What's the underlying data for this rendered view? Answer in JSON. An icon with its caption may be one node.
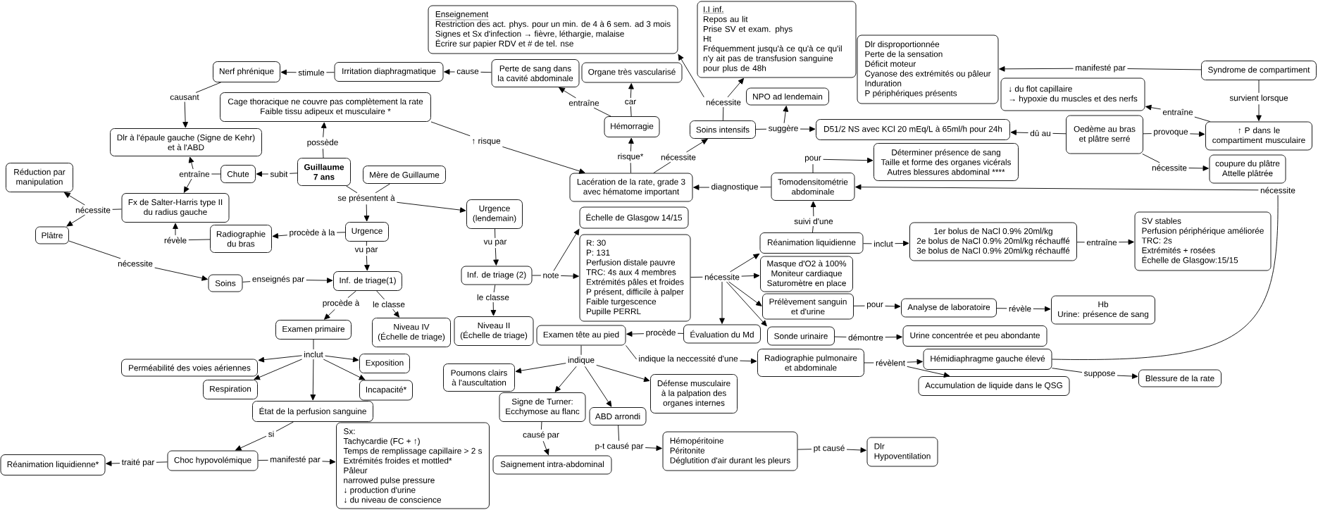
{
  "diagram": {
    "nodes": [
      {
        "text": [
          "Enseignement",
          "Restriction des act. phys. pour un min. de 4 à 6 sem. ad 3 mois",
          "Signes et Sx d'infection → fièvre, léthargie, malaise",
          "Écrire sur papier RDV et # de tel. nse"
        ]
      },
      {
        "text": [
          "I.I inf.",
          "Repos au lit",
          "Prise SV et exam. phys",
          "Ht",
          "Fréquemment jusqu'à ce qu'à ce qu'il n'y ait pas de transfusion sanguine pour plus de 48h"
        ]
      },
      {
        "text": [
          "Dlr disproportionnée",
          "Perte de la sensation",
          "Déficit moteur",
          "Cyanose des extrémités ou pâleur",
          "Induration",
          "P périphériques présents"
        ]
      },
      {
        "text": [
          "Nerf phrénique"
        ]
      },
      {
        "text": [
          "stimule"
        ]
      },
      {
        "text": [
          "Irritation diaphragmatique"
        ]
      },
      {
        "text": [
          "cause"
        ]
      },
      {
        "text": [
          "Perte de sang dans la cavité abdominale"
        ]
      },
      {
        "text": [
          "Organe très vascularisé"
        ]
      },
      {
        "text": [
          "manifesté par"
        ]
      },
      {
        "text": [
          "Syndrome de compartiment"
        ]
      },
      {
        "text": [
          "↓ du flot capillaire",
          "→ hypoxie du muscles et des nerfs"
        ]
      },
      {
        "text": [
          "NPO ad lendemain"
        ]
      },
      {
        "text": [
          "causant"
        ]
      },
      {
        "text": [
          "Cage thoracique ne couvre pas complètement la rate",
          "Faible tissu adipeux et musculaire *"
        ]
      },
      {
        "text": [
          "survient lorsque"
        ]
      },
      {
        "text": [
          "entraîne"
        ]
      },
      {
        "text": [
          "car"
        ]
      },
      {
        "text": [
          "nécessite"
        ]
      },
      {
        "text": [
          "entraîne"
        ]
      },
      {
        "text": [
          "Hémorragie"
        ]
      },
      {
        "text": [
          "Soins intensifs"
        ]
      },
      {
        "text": [
          "suggère"
        ]
      },
      {
        "text": [
          "D51/2 NS avec KCl 20 mEq/L à 65ml/h pour 24h"
        ]
      },
      {
        "text": [
          "dû au"
        ]
      },
      {
        "text": [
          "Oedème au bras et plâtre serré"
        ]
      },
      {
        "text": [
          "provoque"
        ]
      },
      {
        "text": [
          "↑ P dans le compartiment musculaire"
        ]
      },
      {
        "text": [
          "Dlr à l'épaule gauche (Signe de Kehr) et à l'ABD"
        ]
      },
      {
        "text": [
          "possède"
        ]
      },
      {
        "text": [
          "↑ risque"
        ]
      },
      {
        "text": [
          "risque*"
        ]
      },
      {
        "text": [
          "nécessite"
        ]
      },
      {
        "text": [
          "pour"
        ]
      },
      {
        "text": [
          "Déterminer présence de sang",
          "Taille et forme des organes vicérals",
          "Autres blessures abdominal ****"
        ]
      },
      {
        "text": [
          "nécessite"
        ]
      },
      {
        "text": [
          "coupure du plâtre",
          "Attelle plâtrée"
        ]
      },
      {
        "text": [
          "Guillaume 7 ans"
        ]
      },
      {
        "text": [
          "Chute"
        ]
      },
      {
        "text": [
          "subit"
        ]
      },
      {
        "text": [
          "entraîne"
        ]
      },
      {
        "text": [
          "Mère de Guillaume"
        ]
      },
      {
        "text": [
          "Réduction par manipulation"
        ]
      },
      {
        "text": [
          "Lacération de la rate, grade 3 avec hématome important"
        ]
      },
      {
        "text": [
          "diagnostique"
        ]
      },
      {
        "text": [
          "Tomodensitométrie abdominale"
        ]
      },
      {
        "text": [
          "nécessite"
        ]
      },
      {
        "text": [
          "se présentent à"
        ]
      },
      {
        "text": [
          "Fx de Salter-Harris type II du radius gauche"
        ]
      },
      {
        "text": [
          "nécessite"
        ]
      },
      {
        "text": [
          "Urgence (lendemain)"
        ]
      },
      {
        "text": [
          "Échelle de Glasgow 14/15"
        ]
      },
      {
        "text": [
          "suivi d'une"
        ]
      },
      {
        "text": [
          "Urgence"
        ]
      },
      {
        "text": [
          "procède à la"
        ]
      },
      {
        "text": [
          "Plâtre"
        ]
      },
      {
        "text": [
          "Radiographie du bras"
        ]
      },
      {
        "text": [
          "révèle"
        ]
      },
      {
        "text": [
          "R: 30",
          "P: 131",
          "Perfusion distale pauvre",
          "TRC: 4s aux 4 membres",
          "Extrémités pâles et froides",
          "P présent, difficile à palper",
          "Faible turgescence",
          "Pupille PERRL"
        ]
      },
      {
        "text": [
          "Réanimation liquidienne"
        ]
      },
      {
        "text": [
          "inclut"
        ]
      },
      {
        "text": [
          "1er bolus de NaCl 0.9% 20ml/kg",
          "2e bolus de NaCl 0.9% 20ml/kg réchauffé",
          "3e bolus de NaCl 0.9% 20ml/kg réchauffé"
        ]
      },
      {
        "text": [
          "entraîne"
        ]
      },
      {
        "text": [
          "SV stables",
          "Perfusion périphérique améliorée",
          "TRC: 2s",
          "Extrémités + rosées",
          "Échelle de Glasgow:15/15"
        ]
      },
      {
        "text": [
          "vu par"
        ]
      },
      {
        "text": [
          "vu par"
        ]
      },
      {
        "text": [
          "nécessite"
        ]
      },
      {
        "text": [
          "Masque d'O2 à 100%",
          "Moniteur cardiaque",
          "Saturomètre en place"
        ]
      },
      {
        "text": [
          "Inf. de triage (2)"
        ]
      },
      {
        "text": [
          "note"
        ]
      },
      {
        "text": [
          "nécessite"
        ]
      },
      {
        "text": [
          "enseignés par"
        ]
      },
      {
        "text": [
          "Soins"
        ]
      },
      {
        "text": [
          "Inf. de triage(1)"
        ]
      },
      {
        "text": [
          "le classe"
        ]
      },
      {
        "text": [
          "procède à"
        ]
      },
      {
        "text": [
          "le classe"
        ]
      },
      {
        "text": [
          "Prélèvement sanguin et d'urine"
        ]
      },
      {
        "text": [
          "pour"
        ]
      },
      {
        "text": [
          "Analyse de laboratoire"
        ]
      },
      {
        "text": [
          "révèle"
        ]
      },
      {
        "text": [
          "Hb",
          "Urine: présence de sang"
        ]
      },
      {
        "text": [
          "Examen primaire"
        ]
      },
      {
        "text": [
          "Niveau IV",
          "(Échelle de triage)"
        ]
      },
      {
        "text": [
          "Niveau II",
          "(Échelle de triage)"
        ]
      },
      {
        "text": [
          "Examen tête au pied"
        ]
      },
      {
        "text": [
          "procède"
        ]
      },
      {
        "text": [
          "Évaluation du Md"
        ]
      },
      {
        "text": [
          "Sonde urinaire"
        ]
      },
      {
        "text": [
          "démontre"
        ]
      },
      {
        "text": [
          "Urine concentrée et peu abondante"
        ]
      },
      {
        "text": [
          "inclut"
        ]
      },
      {
        "text": [
          "indique"
        ]
      },
      {
        "text": [
          "indique la neccessité d'une"
        ]
      },
      {
        "text": [
          "Radiographie pulmonaire et abdominale"
        ]
      },
      {
        "text": [
          "révèlent"
        ]
      },
      {
        "text": [
          "Hémidiaphragme gauche élevé"
        ]
      },
      {
        "text": [
          "Exposition"
        ]
      },
      {
        "text": [
          "Perméabilité des voies aériennes"
        ]
      },
      {
        "text": [
          "Poumons clairs à l'auscultation"
        ]
      },
      {
        "text": [
          "suppose"
        ]
      },
      {
        "text": [
          "Blessure de la rate"
        ]
      },
      {
        "text": [
          "Accumulation de liquide dans le QSG"
        ]
      },
      {
        "text": [
          "Respiration"
        ]
      },
      {
        "text": [
          "Incapacité*"
        ]
      },
      {
        "text": [
          "Défense musculaire à la palpation des organes internes"
        ]
      },
      {
        "text": [
          "Signe de Turner: Ecchymose au flanc"
        ]
      },
      {
        "text": [
          "État de la perfusion sanguine"
        ]
      },
      {
        "text": [
          "ABD arrondi"
        ]
      },
      {
        "text": [
          "Sx:",
          "Tachycardie (FC + ↑)",
          "Temps de remplissage capillaire > 2 s",
          "Extrémités froides et mottled*",
          "Pâleur",
          "narrowed pulse pressure",
          "↓ production d'urine",
          "↓ du niveau de conscience"
        ]
      },
      {
        "text": [
          "si"
        ]
      },
      {
        "text": [
          "causé par"
        ]
      },
      {
        "text": [
          "p-t causé par"
        ]
      },
      {
        "text": [
          "Hémopéritoine",
          "Péritonite",
          "Déglutition d'air durant les pleurs"
        ]
      },
      {
        "text": [
          "pt causé"
        ]
      },
      {
        "text": [
          "Dlr",
          "Hypoventilation"
        ]
      },
      {
        "text": [
          "Choc hypovolémique"
        ]
      },
      {
        "text": [
          "traité par"
        ]
      },
      {
        "text": [
          "manifesté par"
        ]
      },
      {
        "text": [
          "Réanimation liquidienne*"
        ]
      },
      {
        "text": [
          "Saignement intra-abdominal"
        ]
      }
    ],
    "edges": [
      {
        "from": 5,
        "to": 4,
        "arrow": "none"
      },
      {
        "from": 4,
        "to": 3,
        "arrow": "to"
      },
      {
        "from": 3,
        "to": 13,
        "arrow": "none"
      },
      {
        "from": 13,
        "to": 28,
        "arrow": "to"
      },
      {
        "from": 7,
        "to": 6,
        "arrow": "none"
      },
      {
        "from": 6,
        "to": 5,
        "arrow": "to"
      },
      {
        "from": 20,
        "to": 16,
        "arrow": "none"
      },
      {
        "from": 16,
        "to": 7,
        "arrow": "to"
      },
      {
        "from": 20,
        "to": 17,
        "arrow": "none"
      },
      {
        "from": 17,
        "to": 8,
        "arrow": "to"
      },
      {
        "from": 43,
        "to": 31,
        "arrow": "none"
      },
      {
        "from": 31,
        "to": 20,
        "arrow": "to"
      },
      {
        "from": 43,
        "to": 32,
        "arrow": "none"
      },
      {
        "from": 32,
        "to": 21,
        "arrow": "to"
      },
      {
        "from": 21,
        "to": 18,
        "arrow": "none"
      },
      {
        "from": 18,
        "to": 0,
        "arrow": "to"
      },
      {
        "from": 18,
        "to": 1,
        "arrow": "to"
      },
      {
        "from": 21,
        "to": 22,
        "arrow": "none"
      },
      {
        "from": 22,
        "to": 12,
        "arrow": "to"
      },
      {
        "from": 22,
        "to": 23,
        "arrow": "to"
      },
      {
        "from": 37,
        "to": 29,
        "arrow": "none"
      },
      {
        "from": 29,
        "to": 14,
        "arrow": "to"
      },
      {
        "from": 14,
        "to": 30,
        "arrow": "none"
      },
      {
        "from": 30,
        "to": 43,
        "arrow": "to"
      },
      {
        "from": 37,
        "to": 39,
        "arrow": "none"
      },
      {
        "from": 39,
        "to": 38,
        "arrow": "to"
      },
      {
        "from": 38,
        "to": 40,
        "arrow": "none"
      },
      {
        "from": 40,
        "to": 28,
        "arrow": "to"
      },
      {
        "from": 40,
        "to": 48,
        "arrow": "to"
      },
      {
        "from": 48,
        "to": 49,
        "arrow": "none"
      },
      {
        "from": 49,
        "to": 42,
        "arrow": "to"
      },
      {
        "from": 49,
        "to": 55,
        "arrow": "to"
      },
      {
        "from": 55,
        "to": 66,
        "arrow": "none"
      },
      {
        "from": 66,
        "to": 72,
        "arrow": "to"
      },
      {
        "from": 72,
        "to": 71,
        "arrow": "none"
      },
      {
        "from": 71,
        "to": 73,
        "arrow": "to"
      },
      {
        "from": 37,
        "to": 47,
        "arrow": "none"
      },
      {
        "from": 41,
        "to": 47,
        "arrow": "none"
      },
      {
        "from": 47,
        "to": 53,
        "arrow": "to"
      },
      {
        "from": 47,
        "to": 50,
        "arrow": "to"
      },
      {
        "from": 53,
        "to": 54,
        "arrow": "none"
      },
      {
        "from": 54,
        "to": 56,
        "arrow": "to"
      },
      {
        "from": 56,
        "to": 57,
        "arrow": "none"
      },
      {
        "from": 57,
        "to": 48,
        "arrow": "to"
      },
      {
        "from": 53,
        "to": 64,
        "arrow": "none"
      },
      {
        "from": 64,
        "to": 73,
        "arrow": "to"
      },
      {
        "from": 73,
        "to": 75,
        "arrow": "none"
      },
      {
        "from": 75,
        "to": 82,
        "arrow": "to"
      },
      {
        "from": 73,
        "to": 76,
        "arrow": "none"
      },
      {
        "from": 76,
        "to": 83,
        "arrow": "to"
      },
      {
        "from": 82,
        "to": 91,
        "arrow": "none"
      },
      {
        "from": 91,
        "to": 98,
        "arrow": "to"
      },
      {
        "from": 91,
        "to": 103,
        "arrow": "to"
      },
      {
        "from": 91,
        "to": 107,
        "arrow": "to"
      },
      {
        "from": 91,
        "to": 97,
        "arrow": "to"
      },
      {
        "from": 91,
        "to": 104,
        "arrow": "to"
      },
      {
        "from": 107,
        "to": 110,
        "arrow": "none"
      },
      {
        "from": 110,
        "to": 116,
        "arrow": "to"
      },
      {
        "from": 116,
        "to": 117,
        "arrow": "none"
      },
      {
        "from": 117,
        "to": 119,
        "arrow": "to"
      },
      {
        "from": 116,
        "to": 118,
        "arrow": "none"
      },
      {
        "from": 118,
        "to": 109,
        "arrow": "to"
      },
      {
        "from": 50,
        "to": 65,
        "arrow": "none"
      },
      {
        "from": 65,
        "to": 68,
        "arrow": "to"
      },
      {
        "from": 68,
        "to": 74,
        "arrow": "none"
      },
      {
        "from": 74,
        "to": 84,
        "arrow": "to"
      },
      {
        "from": 68,
        "to": 69,
        "arrow": "none"
      },
      {
        "from": 69,
        "to": 58,
        "arrow": "to"
      },
      {
        "from": 69,
        "to": 51,
        "arrow": "to"
      },
      {
        "from": 58,
        "to": 70,
        "arrow": "none"
      },
      {
        "from": 70,
        "to": 59,
        "arrow": "to"
      },
      {
        "from": 70,
        "to": 67,
        "arrow": "to"
      },
      {
        "from": 70,
        "to": 77,
        "arrow": "to"
      },
      {
        "from": 70,
        "to": 88,
        "arrow": "to"
      },
      {
        "from": 70,
        "to": 87,
        "arrow": "to"
      },
      {
        "from": 59,
        "to": 52,
        "arrow": "none"
      },
      {
        "from": 52,
        "to": 45,
        "arrow": "to"
      },
      {
        "from": 59,
        "to": 60,
        "arrow": "none"
      },
      {
        "from": 60,
        "to": 61,
        "arrow": "to"
      },
      {
        "from": 61,
        "to": 62,
        "arrow": "none"
      },
      {
        "from": 62,
        "to": 63,
        "arrow": "to"
      },
      {
        "from": 45,
        "to": 44,
        "arrow": "none"
      },
      {
        "from": 44,
        "to": 43,
        "arrow": "to"
      },
      {
        "from": 45,
        "to": 33,
        "arrow": "none"
      },
      {
        "from": 33,
        "to": 34,
        "arrow": "to"
      },
      {
        "from": 77,
        "to": 78,
        "arrow": "none"
      },
      {
        "from": 78,
        "to": 79,
        "arrow": "to"
      },
      {
        "from": 79,
        "to": 80,
        "arrow": "none"
      },
      {
        "from": 80,
        "to": 81,
        "arrow": "to"
      },
      {
        "from": 88,
        "to": 89,
        "arrow": "none"
      },
      {
        "from": 89,
        "to": 90,
        "arrow": "to"
      },
      {
        "from": 87,
        "to": 86,
        "arrow": "none"
      },
      {
        "from": 86,
        "to": 85,
        "arrow": "to"
      },
      {
        "from": 85,
        "to": 92,
        "arrow": "none"
      },
      {
        "from": 92,
        "to": 99,
        "arrow": "to"
      },
      {
        "from": 92,
        "to": 106,
        "arrow": "to"
      },
      {
        "from": 92,
        "to": 108,
        "arrow": "to"
      },
      {
        "from": 92,
        "to": 105,
        "arrow": "to"
      },
      {
        "from": 85,
        "to": 93,
        "arrow": "none"
      },
      {
        "from": 93,
        "to": 94,
        "arrow": "to"
      },
      {
        "from": 94,
        "to": 95,
        "arrow": "none"
      },
      {
        "from": 95,
        "to": 96,
        "arrow": "to"
      },
      {
        "from": 95,
        "to": 102,
        "arrow": "to"
      },
      {
        "from": 96,
        "to": 100,
        "arrow": "none"
      },
      {
        "from": 100,
        "to": 101,
        "arrow": "to"
      },
      {
        "from": 96,
        "to": 46,
        "arrow": "none"
      },
      {
        "from": 46,
        "to": 45,
        "arrow": "to"
      },
      {
        "from": 106,
        "to": 111,
        "arrow": "none"
      },
      {
        "from": 111,
        "to": 120,
        "arrow": "to"
      },
      {
        "from": 108,
        "to": 112,
        "arrow": "none"
      },
      {
        "from": 112,
        "to": 113,
        "arrow": "to"
      },
      {
        "from": 113,
        "to": 114,
        "arrow": "none"
      },
      {
        "from": 114,
        "to": 115,
        "arrow": "to"
      },
      {
        "from": 10,
        "to": 9,
        "arrow": "none"
      },
      {
        "from": 9,
        "to": 2,
        "arrow": "to"
      },
      {
        "from": 10,
        "to": 15,
        "arrow": "none"
      },
      {
        "from": 15,
        "to": 27,
        "arrow": "to"
      },
      {
        "from": 27,
        "to": 19,
        "arrow": "none"
      },
      {
        "from": 19,
        "to": 11,
        "arrow": "to"
      },
      {
        "from": 25,
        "to": 26,
        "arrow": "none"
      },
      {
        "from": 26,
        "to": 27,
        "arrow": "to"
      },
      {
        "from": 25,
        "to": 24,
        "arrow": "none"
      },
      {
        "from": 24,
        "to": 23,
        "arrow": "to"
      },
      {
        "from": 25,
        "to": 35,
        "arrow": "none"
      },
      {
        "from": 35,
        "to": 36,
        "arrow": "to"
      }
    ]
  }
}
